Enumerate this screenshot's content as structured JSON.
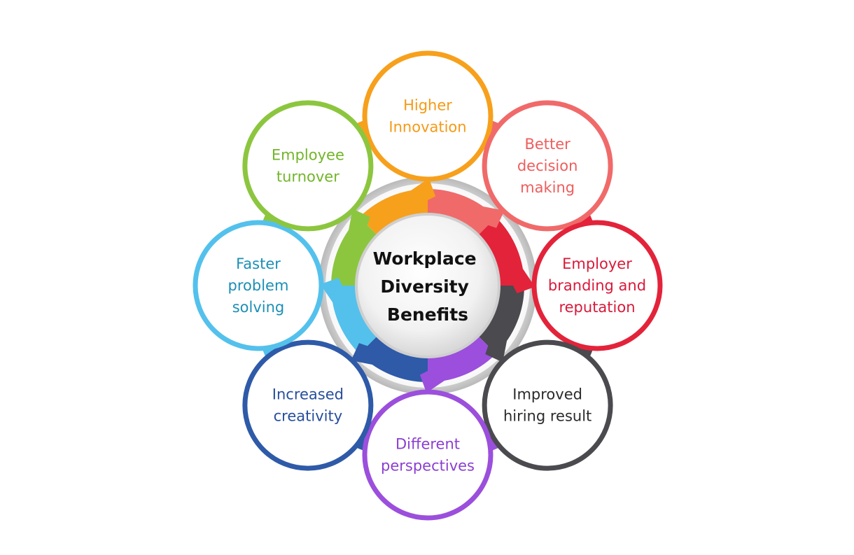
{
  "center": {
    "lines": [
      "Workplace",
      "Diversity",
      "Benefits"
    ]
  },
  "nodes": [
    {
      "id": "higher-innovation",
      "lines": [
        "Higher",
        "Innovation"
      ],
      "color": "#f7a01c",
      "text_color": "#f59a16"
    },
    {
      "id": "better-decision-making",
      "lines": [
        "Better",
        "decision",
        "making"
      ],
      "color": "#f06a6a",
      "text_color": "#ee5d5d"
    },
    {
      "id": "employer-branding",
      "lines": [
        "Employer",
        "branding and",
        "reputation"
      ],
      "color": "#e3233a",
      "text_color": "#d9193a"
    },
    {
      "id": "improved-hiring",
      "lines": [
        "Improved",
        "hiring result"
      ],
      "color": "#4a4a4f",
      "text_color": "#2b2b2e"
    },
    {
      "id": "different-perspectives",
      "lines": [
        "Different",
        "perspectives"
      ],
      "color": "#9b4fdc",
      "text_color": "#8b3fd1"
    },
    {
      "id": "increased-creativity",
      "lines": [
        "Increased",
        "creativity"
      ],
      "color": "#2e5aa8",
      "text_color": "#274e9b"
    },
    {
      "id": "faster-problem-solving",
      "lines": [
        "Faster",
        "problem",
        "solving"
      ],
      "color": "#53c1ec",
      "text_color": "#1b8fb5"
    },
    {
      "id": "employee-turnover",
      "lines": [
        "Employee",
        "turnover"
      ],
      "color": "#8cc63f",
      "text_color": "#73b52a"
    }
  ]
}
